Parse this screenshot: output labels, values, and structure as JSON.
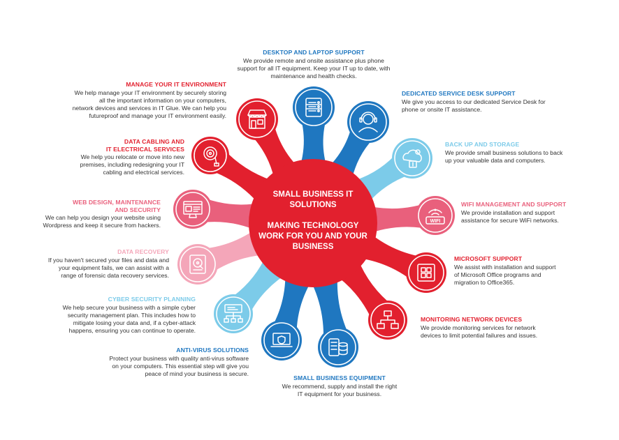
{
  "hub": {
    "line1": "SMALL BUSINESS IT",
    "line2": "SOLUTIONS",
    "line3": "MAKING  TECHNOLOGY",
    "line4": "WORK FOR YOU AND YOUR",
    "line5": "BUSINESS",
    "color": "#e2202e"
  },
  "colors": {
    "red": "#e2202e",
    "blue": "#1f77c0",
    "sky": "#7ccbe9",
    "pink": "#e9607c",
    "lightpink": "#f4a6b9",
    "pale": "#fbd6df"
  },
  "services": [
    {
      "id": "desktop",
      "title": "DESKTOP AND LAPTOP SUPPORT",
      "desc": [
        "We provide remote and onsite assistance plus phone",
        "support for all IT equipment. Keep your IT up to date, with",
        "maintenance and health checks."
      ],
      "icon": "server-rack-icon",
      "color": "#1f77c0"
    },
    {
      "id": "service-desk",
      "title": "DEDICATED SERVICE DESK SUPPORT",
      "desc": [
        "We give you access to our dedicated Service Desk for",
        "phone or onsite IT assistance."
      ],
      "icon": "headset-agent-icon",
      "color": "#1f77c0"
    },
    {
      "id": "backup",
      "title": "BACK UP AND STORAGE",
      "desc": [
        "We provide small business solutions to back",
        "up your valuable data and computers."
      ],
      "icon": "cloud-storage-icon",
      "color": "#7ccbe9"
    },
    {
      "id": "wifi",
      "title": "WIFI MANAGEMENT AND SUPPORT",
      "desc": [
        "We provide installation and support",
        "assistance for secure WiFi networks."
      ],
      "icon": "wifi-router-icon",
      "color": "#e9607c",
      "icon_text": "WIFI"
    },
    {
      "id": "microsoft",
      "title": "MICROSOFT SUPPORT",
      "desc": [
        "We assist with installation and support",
        "of Microsoft Office programs and",
        "migration to Office365."
      ],
      "icon": "windows-logo-icon",
      "color": "#e2202e"
    },
    {
      "id": "monitoring",
      "title": "MONITORING NETWORK DEVICES",
      "desc": [
        "We provide monitoring services for network",
        "devices to limit potential failures and issues."
      ],
      "icon": "network-topology-icon",
      "color": "#e2202e"
    },
    {
      "id": "equipment",
      "title": "SMALL BUSINESS EQUIPMENT",
      "desc": [
        "We recommend, supply and install the right",
        "IT equipment for your business."
      ],
      "icon": "database-server-icon",
      "color": "#1f77c0"
    },
    {
      "id": "antivirus",
      "title": "ANTI-VIRUS SOLUTIONS",
      "desc": [
        "Protect your business with quality anti-virus software",
        "on your computers. This essential step will give you",
        "peace of mind your business is secure."
      ],
      "icon": "laptop-shield-icon",
      "color": "#1f77c0"
    },
    {
      "id": "cyber",
      "title": "CYBER SECURITY PLANNING",
      "desc": [
        "We help secure your business with a simple cyber",
        "security management plan. This includes how to",
        "mitigate losing your data and, if a cyber-attack",
        "happens, ensuring you can continue to operate."
      ],
      "icon": "network-plan-icon",
      "color": "#7ccbe9"
    },
    {
      "id": "recovery",
      "title": "DATA RECOVERY",
      "desc": [
        "If you haven't secured your files and data and",
        "your equipment fails, we can assist with a",
        "range of forensic data recovery services."
      ],
      "icon": "hard-drive-icon",
      "color": "#f4a6b9"
    },
    {
      "id": "web",
      "title": "WEB DESIGN, MAINTENANCE AND SECURITY",
      "title_lines": [
        "WEB DESIGN, MAINTENANCE",
        "AND SECURITY"
      ],
      "desc": [
        "We can help you design your website using",
        "Wordpress and keep it secure from hackers."
      ],
      "icon": "website-monitor-icon",
      "color": "#e9607c"
    },
    {
      "id": "cabling",
      "title": "DATA CABLING AND IT ELECTRICAL SERVICES",
      "title_lines": [
        "DATA CABLING AND",
        "IT ELECTRICAL SERVICES"
      ],
      "desc": [
        "We help you relocate or move into new",
        "premises, including redesigning your IT",
        "cabling and electrical services."
      ],
      "icon": "cable-coil-icon",
      "color": "#e2202e"
    },
    {
      "id": "manage",
      "title": "MANAGE YOUR IT ENVIRONMENT",
      "desc": [
        "We help manage your IT environment by securely storing",
        "all the important information on your computers,",
        "network devices and services in IT Glue. We can help you",
        "futureproof and manage your IT environment easily."
      ],
      "icon": "storefront-icon",
      "color": "#e2202e"
    }
  ]
}
